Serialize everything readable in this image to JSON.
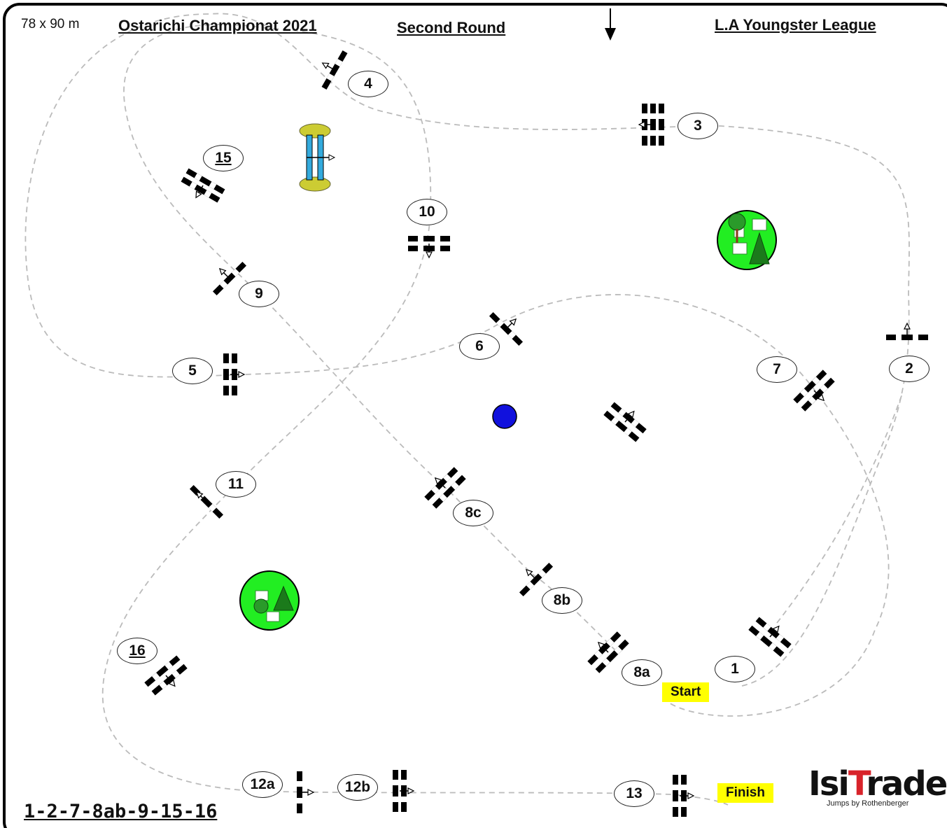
{
  "header": {
    "dimensions": "78 x 90 m",
    "event": "Ostarichi Championat 2021",
    "round": "Second  Round",
    "league": "L.A Youngster League"
  },
  "labels": {
    "n1": "1",
    "n2": "2",
    "n3": "3",
    "n4": "4",
    "n5": "5",
    "n6": "6",
    "n7": "7",
    "n8a": "8a",
    "n8b": "8b",
    "n8c": "8c",
    "n9": "9",
    "n10": "10",
    "n11": "11",
    "n12a": "12a",
    "n12b": "12b",
    "n13": "13",
    "n15": "15",
    "n16": "16"
  },
  "start": "Start",
  "finish": "Finish",
  "sequence": "1-2-7-8ab-9-15-16",
  "logo": {
    "name": "IsiTrade",
    "tagline": "Jumps by Rothenberger"
  },
  "colors": {
    "path": "#bbbbbb",
    "tree_circle": "#22ee22",
    "start_finish": "#ffff00",
    "water": "#33aadd",
    "marker": "#1111dd"
  }
}
